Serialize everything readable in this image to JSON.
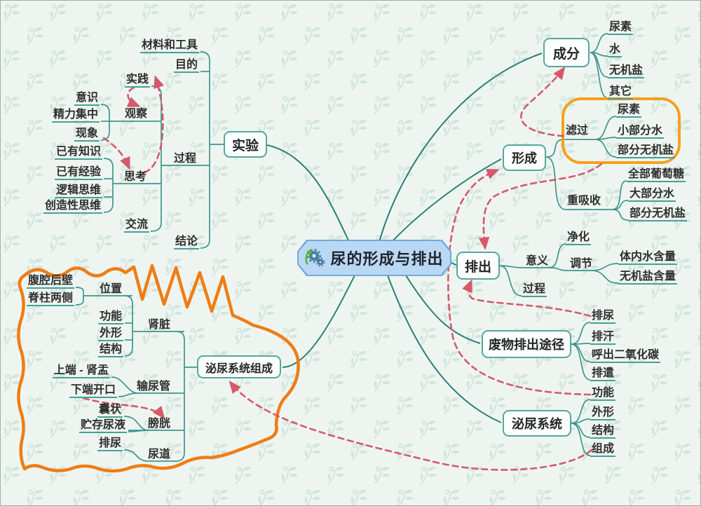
{
  "colors": {
    "background": "#eef5f1",
    "pattern_leaf": "#d2e5dc",
    "branch_teal": "#2a8078",
    "node_border_teal": "#55a69e",
    "underline_teal": "#46a096",
    "relation_red": "#d5596b",
    "boundary_orange": "#ef7d14",
    "box_orange": "#f5a01e",
    "center_fill": "#b9d8f3",
    "center_border": "#72a9dd"
  },
  "center": {
    "label": "尿的形成与排出",
    "icon": "gears-icon"
  },
  "experiment": {
    "label": "实验",
    "children": [
      "材料和工具",
      "目的",
      "过程",
      "结论"
    ],
    "process_children": [
      "实践",
      "观察",
      "思考",
      "交流"
    ],
    "observe_children": [
      "意识",
      "精力集中",
      "现象"
    ],
    "think_children": [
      "已有知识",
      "已有经验",
      "逻辑思维",
      "创造性思维"
    ]
  },
  "composition": {
    "label": "成分",
    "children": [
      "尿素",
      "水",
      "无机盐",
      "其它"
    ]
  },
  "formation": {
    "label": "形成",
    "filtration": {
      "label": "滤过",
      "children": [
        "尿素",
        "小部分水",
        "部分无机盐"
      ]
    },
    "reabsorption": {
      "label": "重吸收",
      "children": [
        "全部葡萄糖",
        "大部分水",
        "部分无机盐"
      ]
    }
  },
  "excretion": {
    "label": "排出",
    "process_label": "过程",
    "meaning": {
      "label": "意义",
      "children": [
        "净化",
        "调节"
      ],
      "regulation_children": [
        "体内水含量",
        "无机盐含量"
      ]
    }
  },
  "waste_pathways": {
    "label": "废物排出途径",
    "children": [
      "排尿",
      "排汗",
      "呼出二氧化碳",
      "排遣"
    ]
  },
  "urinary_system": {
    "label": "泌尿系统",
    "children": [
      "功能",
      "外形",
      "结构",
      "组成"
    ]
  },
  "urinary_composition": {
    "label": "泌尿系统组成",
    "kidney": {
      "label": "肾脏",
      "position": {
        "label": "位置",
        "children": [
          "腹腔后壁",
          "脊柱两侧"
        ]
      },
      "children": [
        "功能",
        "外形",
        "结构"
      ]
    },
    "ureter": {
      "label": "输尿管",
      "children": [
        "上端 - 肾盂",
        "下端开口"
      ]
    },
    "bladder": {
      "label": "膀胱",
      "children": [
        "囊状",
        "贮存尿液"
      ]
    },
    "urethra": {
      "label": "尿道",
      "children": [
        "排尿"
      ]
    }
  }
}
